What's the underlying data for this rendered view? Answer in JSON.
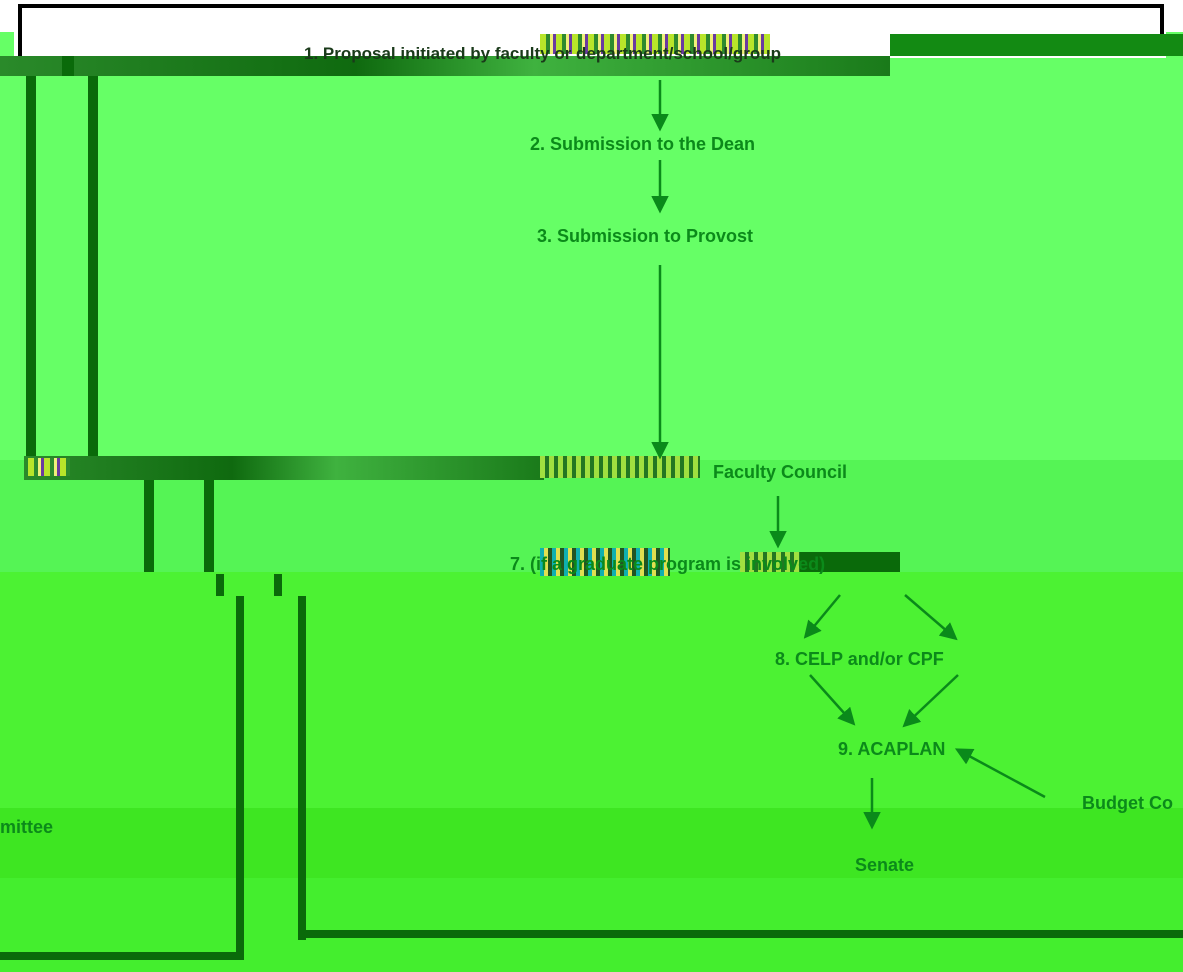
{
  "diagram": {
    "steps": [
      {
        "id": "step1",
        "label": "1. Proposal initiated by faculty or department/school/group"
      },
      {
        "id": "step2",
        "label": "2. Submission to the Dean"
      },
      {
        "id": "step3",
        "label": "3. Submission to Provost"
      },
      {
        "id": "step6",
        "label": "Faculty Council"
      },
      {
        "id": "step7",
        "label": "7. (if a graduate program is involved)"
      },
      {
        "id": "step8",
        "label": "8. CELP and/or CPF"
      },
      {
        "id": "step9",
        "label": "9. ACAPLAN"
      },
      {
        "id": "budget",
        "label": "Budget Co"
      },
      {
        "id": "committee",
        "label": "mittee"
      },
      {
        "id": "senate",
        "label": "Senate"
      }
    ]
  },
  "colors": {
    "arrow": "#0a8a1a",
    "text": "#0b8a1a",
    "connector": "#0a6a0a"
  }
}
